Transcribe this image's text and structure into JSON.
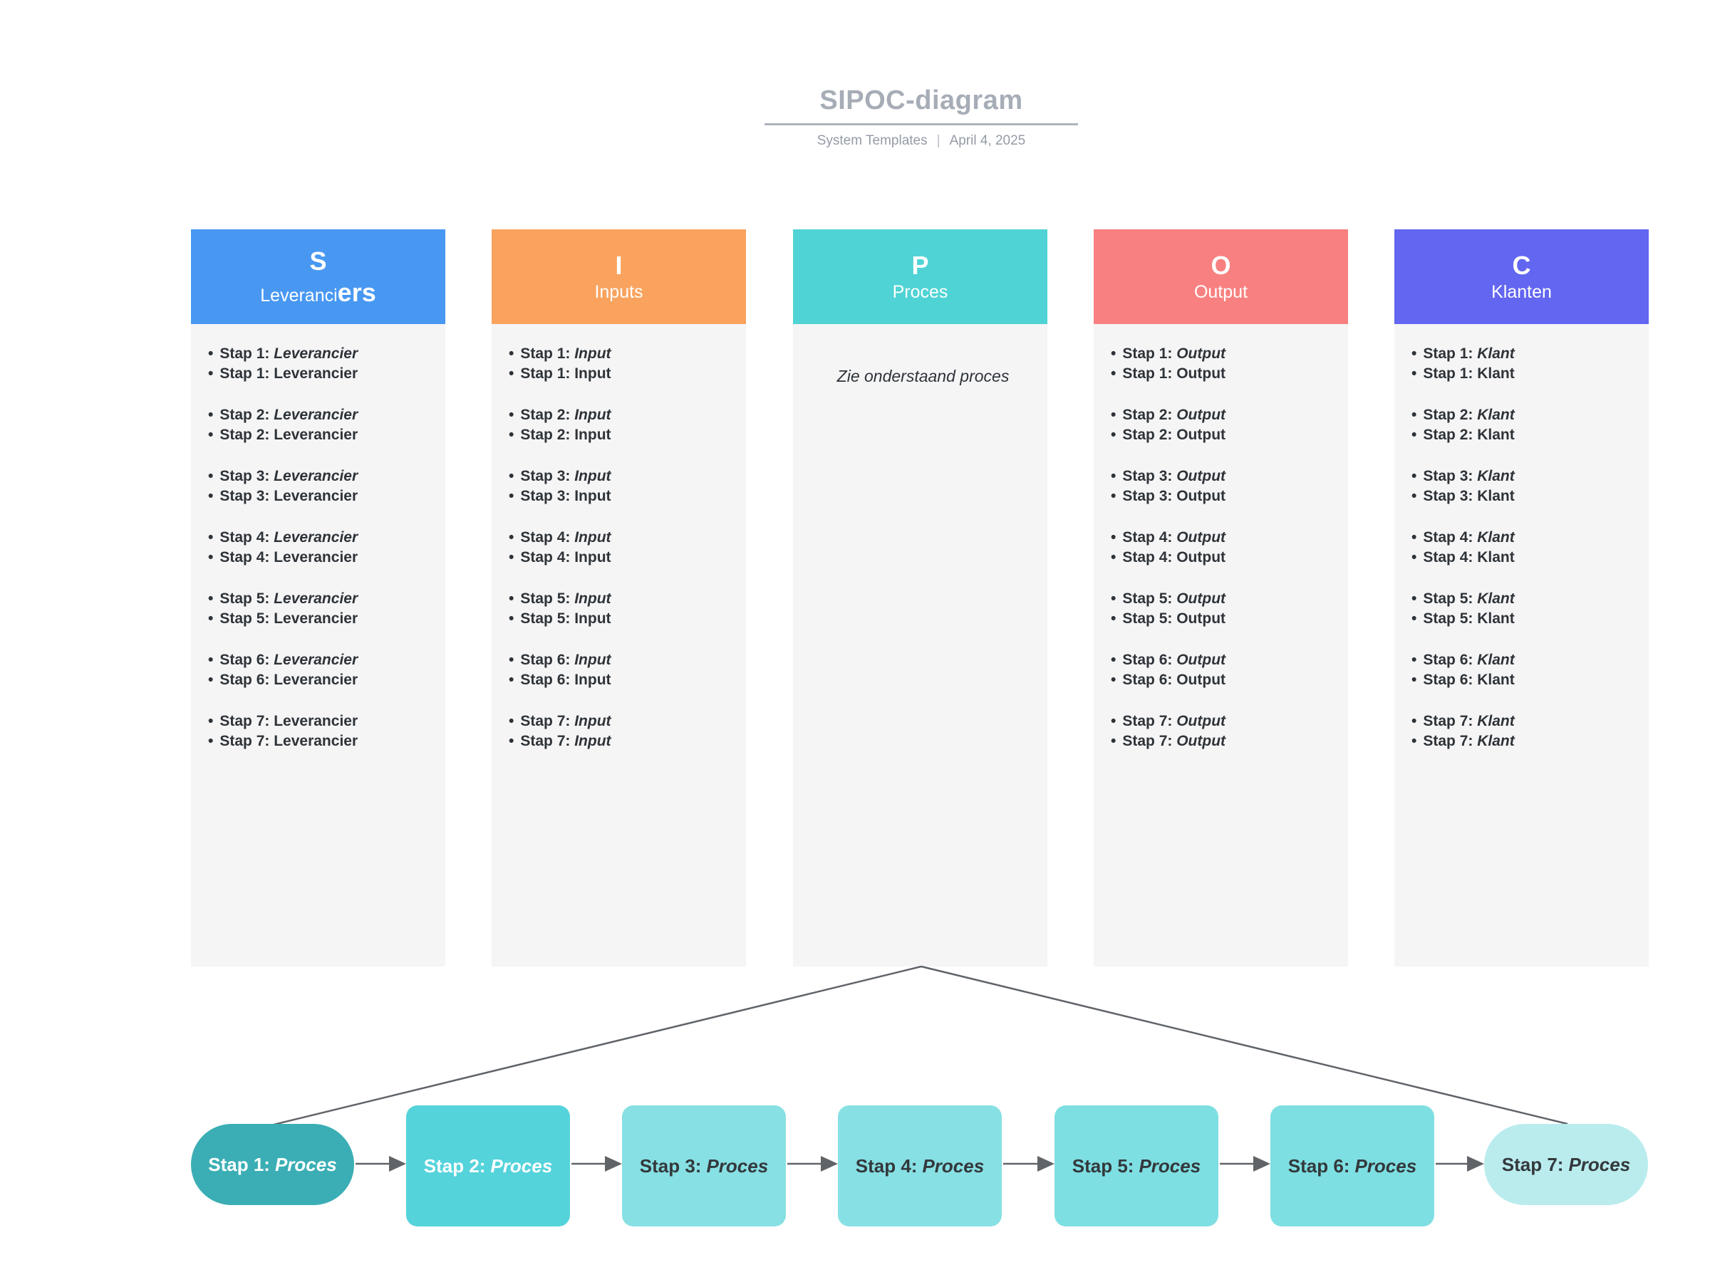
{
  "header": {
    "title": "SIPOC-diagram",
    "source": "System Templates",
    "separator": "|",
    "date": "April 4, 2025"
  },
  "colors": {
    "suppliers_header": "#4898F2",
    "inputs_header": "#F9A35E",
    "process_header": "#50D3D5",
    "output_header": "#F88080",
    "customers_header": "#6266F0",
    "column_body_bg": "#F5F5F6",
    "body_text": "#2E3338",
    "title_gray": "#A7ADB7",
    "connector_line": "#606468"
  },
  "columns": [
    {
      "key": "suppliers",
      "letter": "S",
      "label": "Leveranciers",
      "label_small": "Leveranci",
      "label_big": "ers",
      "color": "#4898F2",
      "groups": [
        {
          "lines": [
            {
              "prefix": "Stap 1:",
              "term": "Leverancier",
              "italic": true
            },
            {
              "prefix": "Stap 1:",
              "term": "Leverancier",
              "italic": false
            }
          ]
        },
        {
          "lines": [
            {
              "prefix": "Stap 2:",
              "term": "Leverancier",
              "italic": true
            },
            {
              "prefix": "Stap 2:",
              "term": "Leverancier",
              "italic": false
            }
          ]
        },
        {
          "lines": [
            {
              "prefix": "Stap 3:",
              "term": "Leverancier",
              "italic": true
            },
            {
              "prefix": "Stap 3:",
              "term": "Leverancier",
              "italic": false
            }
          ]
        },
        {
          "lines": [
            {
              "prefix": "Stap 4:",
              "term": "Leverancier",
              "italic": true
            },
            {
              "prefix": "Stap 4:",
              "term": "Leverancier",
              "italic": false
            }
          ]
        },
        {
          "lines": [
            {
              "prefix": "Stap 5:",
              "term": "Leverancier",
              "italic": true
            },
            {
              "prefix": "Stap 5:",
              "term": "Leverancier",
              "italic": false
            }
          ]
        },
        {
          "lines": [
            {
              "prefix": "Stap 6:",
              "term": "Leverancier",
              "italic": true
            },
            {
              "prefix": "Stap 6:",
              "term": "Leverancier",
              "italic": false
            }
          ]
        },
        {
          "lines": [
            {
              "prefix": "Stap 7:",
              "term": "Leverancier",
              "italic": false
            },
            {
              "prefix": "Stap 7:",
              "term": "Leverancier",
              "italic": false
            }
          ]
        }
      ]
    },
    {
      "key": "inputs",
      "letter": "I",
      "label": "Inputs",
      "color": "#F9A35E",
      "groups": [
        {
          "lines": [
            {
              "prefix": "Stap 1:",
              "term": "Input",
              "italic": true
            },
            {
              "prefix": "Stap 1:",
              "term": "Input",
              "italic": false
            }
          ]
        },
        {
          "lines": [
            {
              "prefix": "Stap 2:",
              "term": "Input",
              "italic": true
            },
            {
              "prefix": "Stap 2:",
              "term": "Input",
              "italic": false
            }
          ]
        },
        {
          "lines": [
            {
              "prefix": "Stap 3:",
              "term": "Input",
              "italic": true
            },
            {
              "prefix": "Stap 3:",
              "term": "Input",
              "italic": false
            }
          ]
        },
        {
          "lines": [
            {
              "prefix": "Stap 4:",
              "term": "Input",
              "italic": true
            },
            {
              "prefix": "Stap 4:",
              "term": "Input",
              "italic": false
            }
          ]
        },
        {
          "lines": [
            {
              "prefix": "Stap 5:",
              "term": "Input",
              "italic": true
            },
            {
              "prefix": "Stap 5:",
              "term": "Input",
              "italic": false
            }
          ]
        },
        {
          "lines": [
            {
              "prefix": "Stap 6:",
              "term": "Input",
              "italic": true
            },
            {
              "prefix": "Stap 6:",
              "term": "Input",
              "italic": false
            }
          ]
        },
        {
          "lines": [
            {
              "prefix": "Stap 7:",
              "term": "Input",
              "italic": true
            },
            {
              "prefix": "Stap 7:",
              "term": "Input",
              "italic": true
            }
          ]
        }
      ]
    },
    {
      "key": "process",
      "letter": "P",
      "label": "Proces",
      "color": "#50D3D5",
      "note": "Zie onderstaand proces",
      "groups": []
    },
    {
      "key": "output",
      "letter": "O",
      "label": "Output",
      "color": "#F88080",
      "groups": [
        {
          "lines": [
            {
              "prefix": "Stap 1:",
              "term": "Output",
              "italic": true
            },
            {
              "prefix": "Stap 1:",
              "term": "Output",
              "italic": false
            }
          ]
        },
        {
          "lines": [
            {
              "prefix": "Stap 2:",
              "term": "Output",
              "italic": true
            },
            {
              "prefix": "Stap 2:",
              "term": "Output",
              "italic": false
            }
          ]
        },
        {
          "lines": [
            {
              "prefix": "Stap 3:",
              "term": "Output",
              "italic": true
            },
            {
              "prefix": "Stap 3:",
              "term": "Output",
              "italic": false
            }
          ]
        },
        {
          "lines": [
            {
              "prefix": "Stap 4:",
              "term": "Output",
              "italic": true
            },
            {
              "prefix": "Stap 4:",
              "term": "Output",
              "italic": false
            }
          ]
        },
        {
          "lines": [
            {
              "prefix": "Stap 5:",
              "term": "Output",
              "italic": true
            },
            {
              "prefix": "Stap 5:",
              "term": "Output",
              "italic": false
            }
          ]
        },
        {
          "lines": [
            {
              "prefix": "Stap 6:",
              "term": "Output",
              "italic": true
            },
            {
              "prefix": "Stap 6:",
              "term": "Output",
              "italic": false
            }
          ]
        },
        {
          "lines": [
            {
              "prefix": "Stap 7:",
              "term": "Output",
              "italic": true
            },
            {
              "prefix": "Stap 7:",
              "term": "Output",
              "italic": true
            }
          ]
        }
      ]
    },
    {
      "key": "customers",
      "letter": "C",
      "label": "Klanten",
      "color": "#6266F0",
      "groups": [
        {
          "lines": [
            {
              "prefix": "Stap 1:",
              "term": "Klant",
              "italic": true
            },
            {
              "prefix": "Stap 1:",
              "term": "Klant",
              "italic": false
            }
          ]
        },
        {
          "lines": [
            {
              "prefix": "Stap 2:",
              "term": "Klant",
              "italic": true
            },
            {
              "prefix": "Stap 2:",
              "term": "Klant",
              "italic": false
            }
          ]
        },
        {
          "lines": [
            {
              "prefix": "Stap 3:",
              "term": "Klant",
              "italic": true
            },
            {
              "prefix": "Stap 3:",
              "term": "Klant",
              "italic": false
            }
          ]
        },
        {
          "lines": [
            {
              "prefix": "Stap 4:",
              "term": "Klant",
              "italic": true
            },
            {
              "prefix": "Stap 4:",
              "term": "Klant",
              "italic": false
            }
          ]
        },
        {
          "lines": [
            {
              "prefix": "Stap 5:",
              "term": "Klant",
              "italic": true
            },
            {
              "prefix": "Stap 5:",
              "term": "Klant",
              "italic": false
            }
          ]
        },
        {
          "lines": [
            {
              "prefix": "Stap 6:",
              "term": "Klant",
              "italic": true
            },
            {
              "prefix": "Stap 6:",
              "term": "Klant",
              "italic": false
            }
          ]
        },
        {
          "lines": [
            {
              "prefix": "Stap 7:",
              "term": "Klant",
              "italic": true
            },
            {
              "prefix": "Stap 7:",
              "term": "Klant",
              "italic": true
            }
          ]
        }
      ]
    }
  ],
  "process_flow": {
    "steps": [
      {
        "prefix": "Stap 1:",
        "term": "Proces",
        "shape": "pill",
        "bg": "#3AAEB4",
        "text_color": "#FFFFFF"
      },
      {
        "prefix": "Stap 2:",
        "term": "Proces",
        "shape": "box",
        "bg": "#54D3DB",
        "text_color": "#FFFFFF"
      },
      {
        "prefix": "Stap 3:",
        "term": "Proces",
        "shape": "box",
        "bg": "#87E0E3",
        "text_color": "#33383C"
      },
      {
        "prefix": "Stap 4:",
        "term": "Proces",
        "shape": "box",
        "bg": "#87E0E3",
        "text_color": "#33383C"
      },
      {
        "prefix": "Stap 5:",
        "term": "Proces",
        "shape": "box",
        "bg": "#7EDFE2",
        "text_color": "#33383C"
      },
      {
        "prefix": "Stap 6:",
        "term": "Proces",
        "shape": "box",
        "bg": "#7EDFE2",
        "text_color": "#33383C"
      },
      {
        "prefix": "Stap 7:",
        "term": "Proces",
        "shape": "pill",
        "bg": "#BAECEE",
        "text_color": "#33383C"
      }
    ]
  }
}
